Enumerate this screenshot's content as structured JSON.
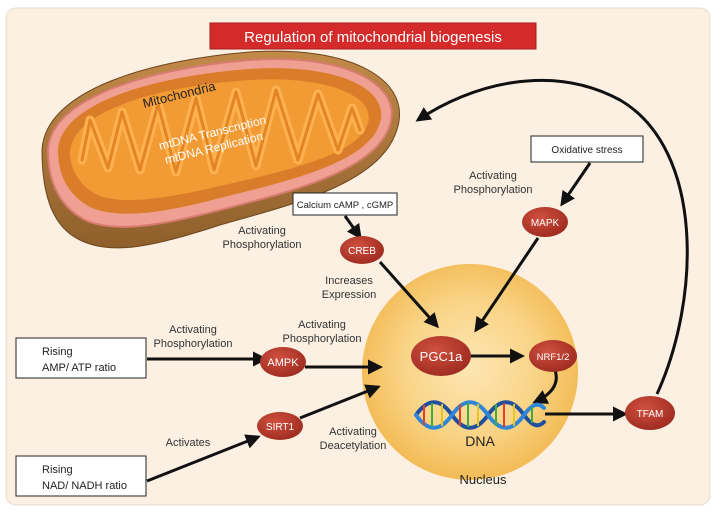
{
  "title": "Regulation of mitochondrial biogenesis",
  "mitochondria": {
    "name": "Mitochondria",
    "line1": "mtDNA Transcription",
    "line2": "mtDNA Replication"
  },
  "nodes": {
    "creb": "CREB",
    "mapk": "MAPK",
    "ampk": "AMPK",
    "sirt1": "SIRT1",
    "pgc1a": "PGC1a",
    "nrf": "NRF1/2",
    "tfam": "TFAM"
  },
  "inputs": {
    "calcium": "Calcium cAMP , cGMP",
    "oxidative": "Oxidative stress",
    "amp_line1": "Rising",
    "amp_line2": "AMP/ ATP ratio",
    "nad_line1": "Rising",
    "nad_line2": "NAD/ NADH ratio"
  },
  "labels": {
    "creb_act_1": "Activating",
    "creb_act_2": "Phosphorylation",
    "mapk_act_1": "Activating",
    "mapk_act_2": "Phosphorylation",
    "creb_inc_1": "Increases",
    "creb_inc_2": "Expression",
    "amp_act_1": "Activating",
    "amp_act_2": "Phosphorylation",
    "ampk_act_1": "Activating",
    "ampk_act_2": "Phosphorylation",
    "activates": "Activates",
    "sirt_act_1": "Activating",
    "sirt_act_2": "Deacetylation",
    "dna": "DNA",
    "nucleus": "Nucleus"
  },
  "colors": {
    "background": "#fbf0e1",
    "title_bg": "#d42a2a",
    "node_fill": "#b33227",
    "mito_outer": "#b07a3c",
    "mito_inner": "#e8922d",
    "nucleus": "#f6c56a"
  }
}
